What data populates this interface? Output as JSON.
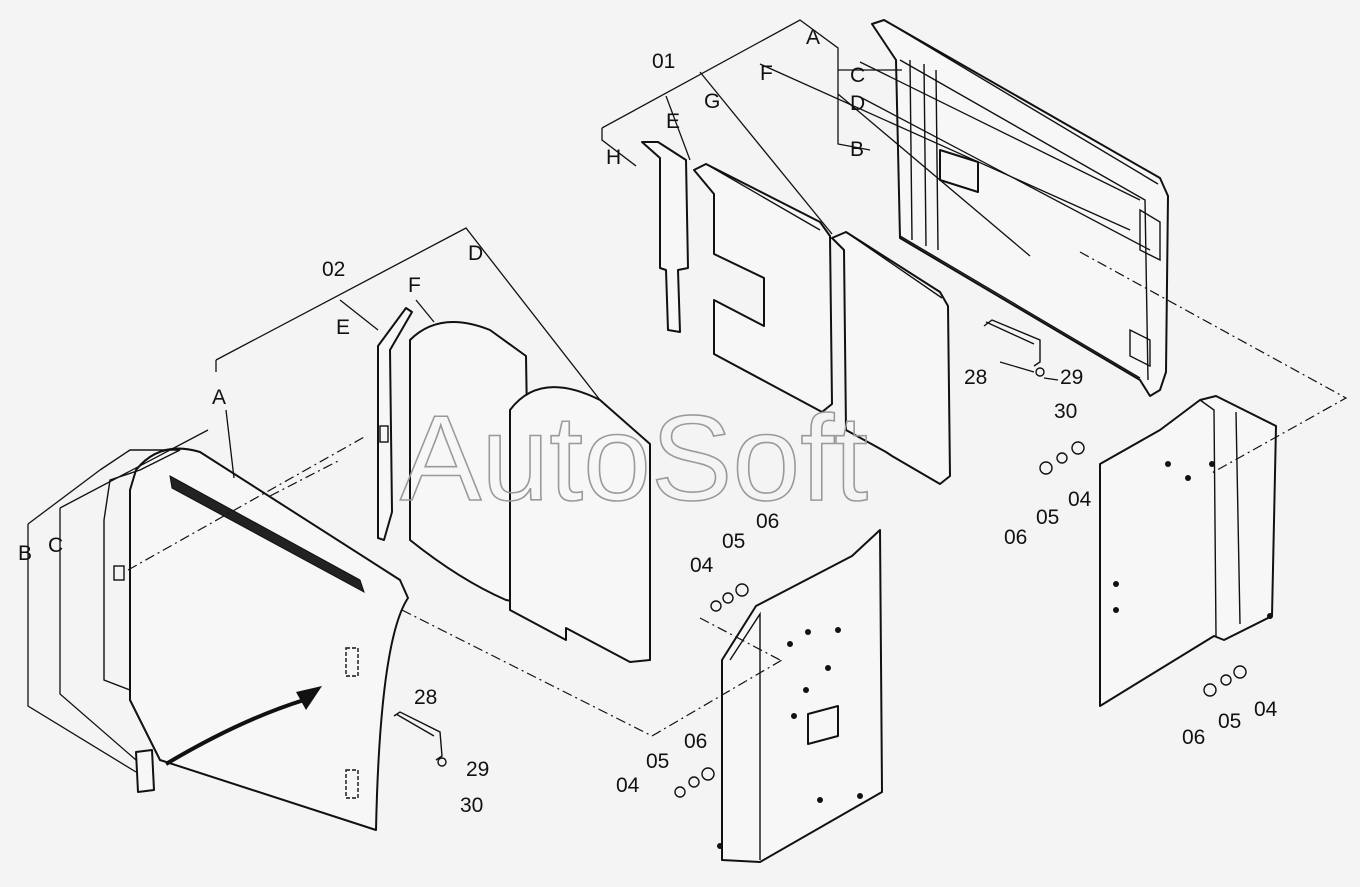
{
  "watermark": "AutoSoft",
  "labels": {
    "a_top": "A",
    "b_top": "B",
    "c_top": "C",
    "d_top": "D",
    "e_top": "E",
    "f_top": "F",
    "g_top": "G",
    "h_top": "H",
    "n01": "01",
    "n02": "02",
    "e_mid": "E",
    "f_mid": "F",
    "d_mid": "D",
    "a_mid": "A",
    "b_left": "B",
    "c_left": "C",
    "n28_r": "28",
    "n29_r": "29",
    "n30_r": "30",
    "n06_r": "06",
    "n05_r": "05",
    "n04_r": "04",
    "n06_br": "06",
    "n05_br": "05",
    "n04_br": "04",
    "n04_c": "04",
    "n05_c": "05",
    "n06_c": "06",
    "n04_cb": "04",
    "n05_cb": "05",
    "n06_cb": "06",
    "n28_l": "28",
    "n29_l": "29",
    "n30_l": "30"
  }
}
